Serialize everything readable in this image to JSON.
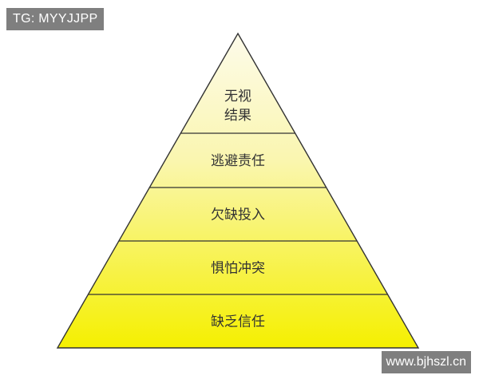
{
  "watermark_top": "TG: MYYJJPP",
  "watermark_bottom": "www.bjhszl.cn",
  "colors": {
    "apex": "#fdfbea",
    "base": "#f5f000",
    "outline": "#333333",
    "text": "#333333",
    "tag_bg": "#7f7f7f"
  },
  "levels": [
    {
      "lines": [
        "无视",
        "结果"
      ]
    },
    {
      "lines": [
        "逃避责任"
      ]
    },
    {
      "lines": [
        "欠缺投入"
      ]
    },
    {
      "lines": [
        "惧怕冲突"
      ]
    },
    {
      "lines": [
        "缺乏信任"
      ]
    }
  ]
}
